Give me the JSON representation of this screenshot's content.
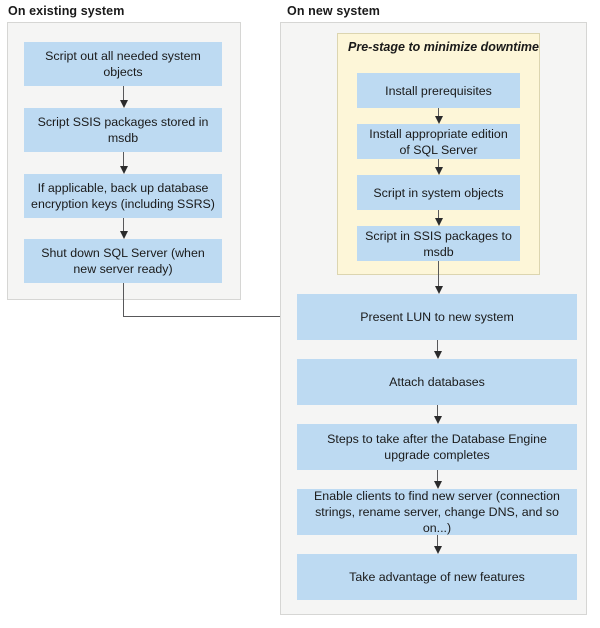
{
  "panels": {
    "existing": {
      "title": "On existing system",
      "nodes": [
        "Script out all needed system objects",
        "Script SSIS packages stored in msdb",
        "If applicable, back up database encryption keys (including SSRS)",
        "Shut down SQL Server (when new server ready)"
      ]
    },
    "new": {
      "title": "On new system",
      "prestage": {
        "title": "Pre-stage to minimize downtime",
        "nodes": [
          "Install prerequisites",
          "Install appropriate edition of SQL Server",
          "Script in system objects",
          "Script in SSIS packages to msdb"
        ]
      },
      "nodes": [
        "Present LUN to new system",
        "Attach databases",
        "Steps to take after the Database Engine upgrade completes",
        "Enable clients to find new server (connection strings, rename server, change DNS, and so on...)",
        "Take advantage of new features"
      ]
    }
  },
  "colors": {
    "node_fill": "#bddaf2",
    "prestage_fill": "#fdf6d8",
    "panel_fill": "#f5f5f4",
    "arrow": "#2b2b2b"
  }
}
